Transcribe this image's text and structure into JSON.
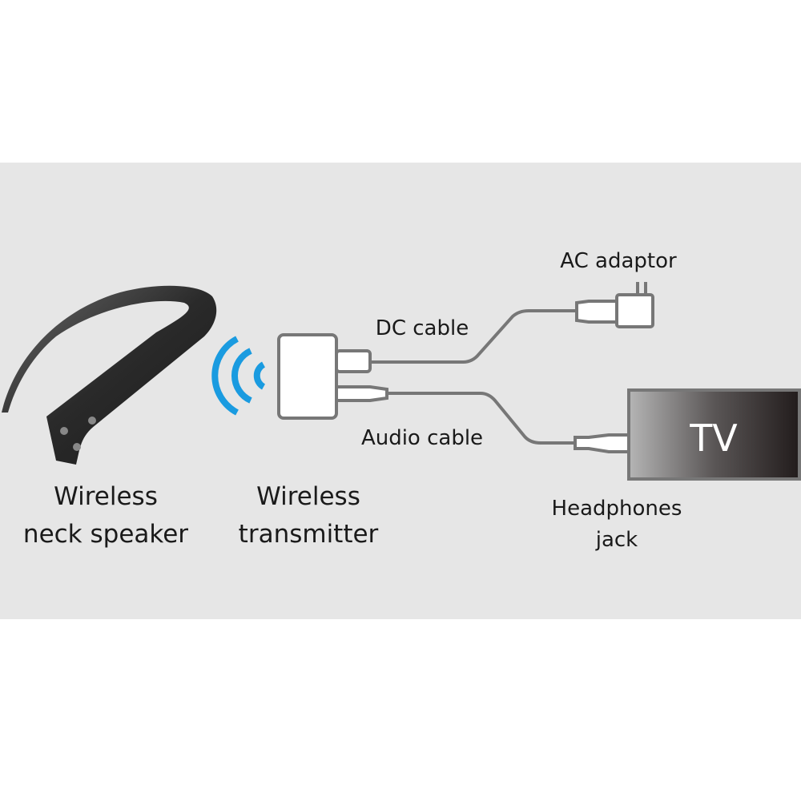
{
  "labels": {
    "ac_adaptor": "AC adaptor",
    "dc_cable": "DC cable",
    "audio_cable": "Audio cable",
    "tv": "TV",
    "headphones_jack": [
      "Headphones",
      "jack"
    ],
    "neck_speaker": [
      "Wireless",
      "neck speaker"
    ],
    "transmitter": [
      "Wireless",
      "transmitter"
    ]
  },
  "colors": {
    "background_band": "#e6e6e6",
    "wireless_signal": "#1a9be0",
    "cable": "#777777"
  }
}
